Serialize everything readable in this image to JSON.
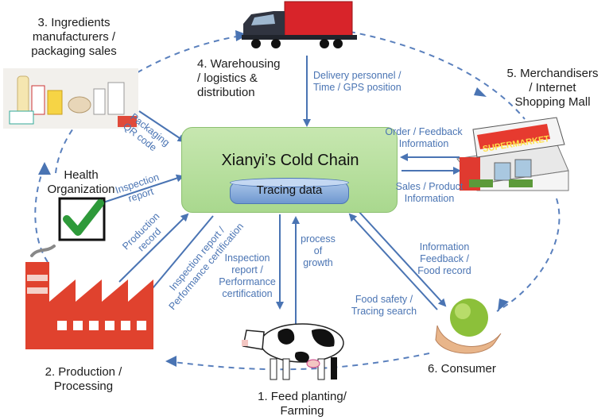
{
  "hub": {
    "title": "Xianyi’s Cold Chain",
    "data_store": "Tracing data"
  },
  "nodes": {
    "ingredients": {
      "line1": "3. Ingredients",
      "line2": "manufacturers /",
      "line3": "packaging sales"
    },
    "warehousing": {
      "line1": "4. Warehousing",
      "line2": "/ logistics &",
      "line3": "distribution"
    },
    "merchandisers": {
      "line1": "5. Merchandisers",
      "line2": "/ Internet",
      "line3": "Shopping Mall"
    },
    "health": {
      "line1": "Health",
      "line2": "Organization"
    },
    "production": {
      "line1": "2. Production /",
      "line2": "Processing"
    },
    "farming": {
      "line1": "1. Feed planting/",
      "line2": "Farming"
    },
    "consumer": {
      "line1": "6. Consumer"
    }
  },
  "store_sign": "SUPERMARKET",
  "flows": {
    "delivery": {
      "line1": "Delivery personnel /",
      "line2": "Time / GPS position"
    },
    "packaging": {
      "line1": "Packaging",
      "line2": "QR code"
    },
    "order": {
      "line1": "Order / Feedback",
      "line2": "Information"
    },
    "sales": {
      "line1": "Sales / Product",
      "line2": "Information"
    },
    "inspection_report": {
      "line1": "Inspection",
      "line2": "report"
    },
    "production_record": {
      "line1": "Production",
      "line2": "record"
    },
    "inspection_perf": {
      "line1": "Inspection report /",
      "line2": "Performance certification"
    },
    "inspection_perf_cert": {
      "line1": "Inspection",
      "line2": "report /",
      "line3": "Performance",
      "line4": "certification"
    },
    "growth": {
      "line1": "process",
      "line2": "of",
      "line3": "growth"
    },
    "info_feedback": {
      "line1": "Information",
      "line2": "Feedback /",
      "line3": "Food record"
    },
    "food_safety": {
      "line1": "Food safety /",
      "line2": "Tracing search"
    }
  },
  "colors": {
    "arrow": "#4a74b3",
    "hub_fill": "#b4dd9a",
    "factory": "#e0422e",
    "truck": "#d8242a",
    "check": "#2e9a3a"
  }
}
